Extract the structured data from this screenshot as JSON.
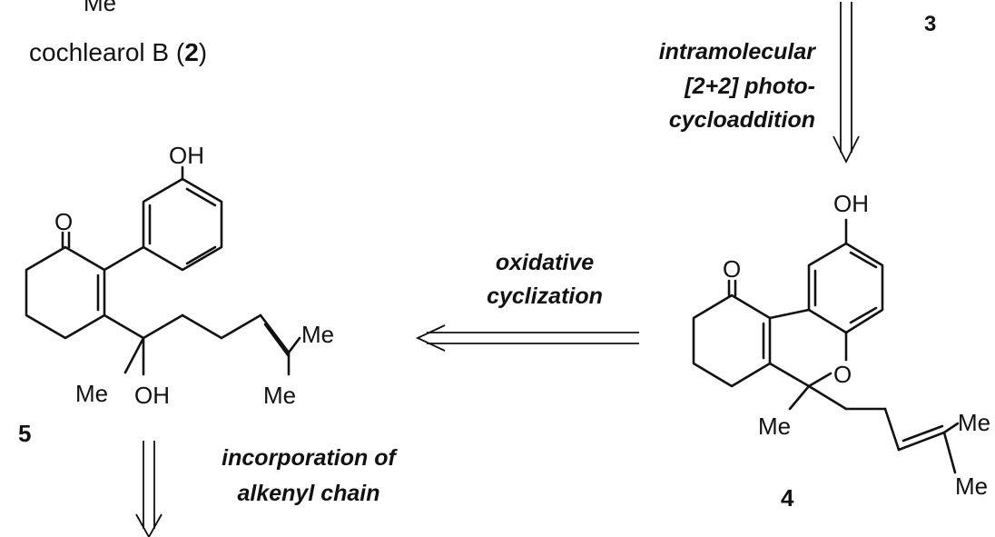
{
  "labels": {
    "top_fragment": "Me",
    "compound_2_name": "cochlearol B (",
    "compound_2_number": "2",
    "compound_2_close": ")",
    "compound_3_number": "3",
    "compound_4_number": "4",
    "compound_5_number": "5"
  },
  "steps": {
    "photocycloaddition": [
      "intramolecular",
      "[2+2] photo-",
      "cycloaddition"
    ],
    "oxidative_cyclization": [
      "oxidative",
      "cyclization"
    ],
    "alkenyl_incorporation": [
      "incorporation of",
      "alkenyl chain"
    ]
  },
  "atoms": {
    "oh": "OH",
    "o": "O",
    "me": "Me"
  }
}
